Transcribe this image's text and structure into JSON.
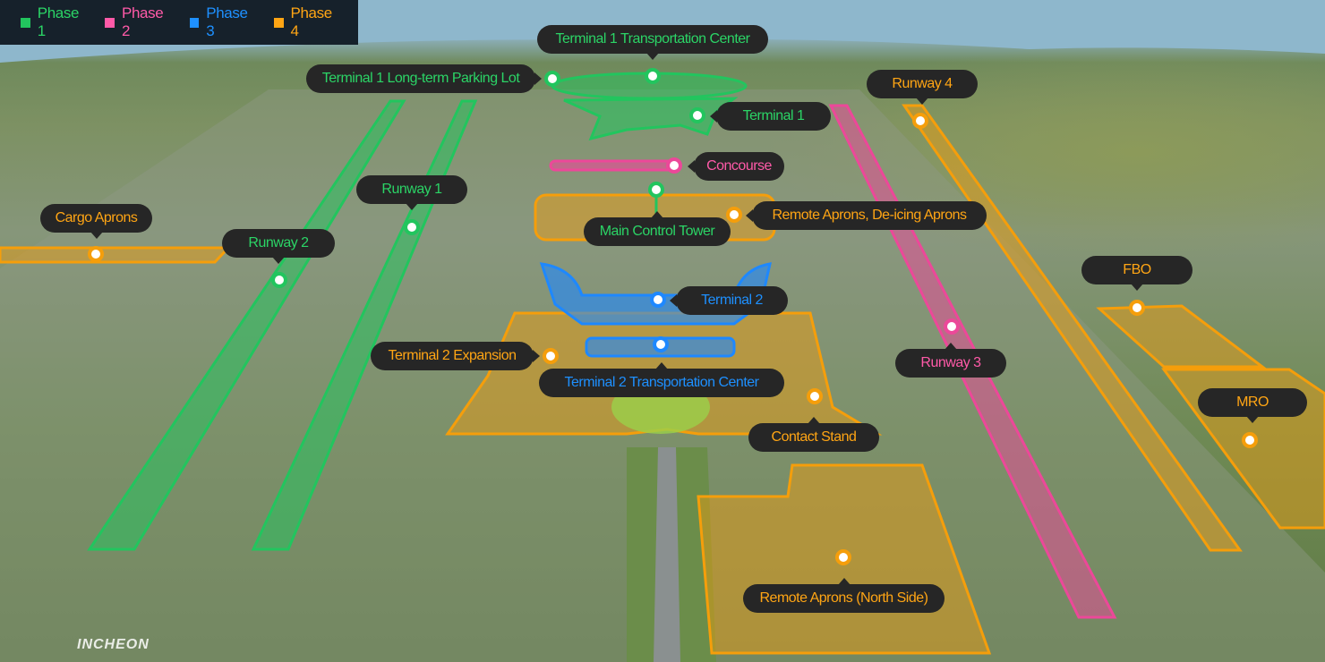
{
  "legend": [
    {
      "label": "Phase 1",
      "color": "#22c55e"
    },
    {
      "label": "Phase 2",
      "color": "#ff5aa8"
    },
    {
      "label": "Phase 3",
      "color": "#1e90ff"
    },
    {
      "label": "Phase 4",
      "color": "#ffa514"
    }
  ],
  "labels": {
    "t1_transport": {
      "text": "Terminal 1 Transportation Center",
      "phase": "Phase 1"
    },
    "t1_parking": {
      "text": "Terminal 1 Long-term Parking Lot",
      "phase": "Phase 1"
    },
    "terminal1": {
      "text": "Terminal 1",
      "phase": "Phase 1"
    },
    "concourse": {
      "text": "Concourse",
      "phase": "Phase 2"
    },
    "runway1": {
      "text": "Runway 1",
      "phase": "Phase 1"
    },
    "runway2": {
      "text": "Runway 2",
      "phase": "Phase 1"
    },
    "cargo": {
      "text": "Cargo Aprons",
      "phase": "Phase 4"
    },
    "control_tower": {
      "text": "Main Control Tower",
      "phase": "Phase 1"
    },
    "remote_deicing": {
      "text": "Remote Aprons, De-icing Aprons",
      "phase": "Phase 4"
    },
    "runway4": {
      "text": "Runway 4",
      "phase": "Phase 4"
    },
    "fbo": {
      "text": "FBO",
      "phase": "Phase 4"
    },
    "terminal2": {
      "text": "Terminal 2",
      "phase": "Phase 3"
    },
    "runway3": {
      "text": "Runway 3",
      "phase": "Phase 2"
    },
    "t2_expansion": {
      "text": "Terminal 2 Expansion",
      "phase": "Phase 4"
    },
    "t2_transport": {
      "text": "Terminal 2 Transportation Center",
      "phase": "Phase 3"
    },
    "mro": {
      "text": "MRO",
      "phase": "Phase 4"
    },
    "contact_stand": {
      "text": "Contact Stand",
      "phase": "Phase 4"
    },
    "remote_north": {
      "text": "Remote Aprons (North Side)",
      "phase": "Phase 4"
    }
  },
  "watermark": "INCHEON"
}
